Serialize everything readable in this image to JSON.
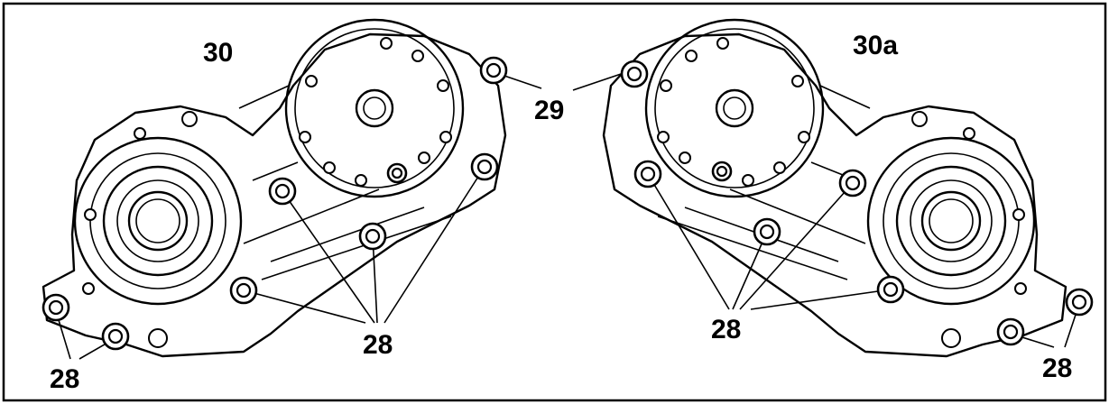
{
  "figure": {
    "labels": {
      "left_assembly": "30",
      "right_assembly": "30a",
      "upper_bolt": "29",
      "bolt_group_left_center": "28",
      "bolt_group_left_corner": "28",
      "bolt_group_right_center": "28",
      "bolt_group_right_corner": "28"
    },
    "icons": {
      "left_unit": "camshaft-housing-drawing",
      "right_unit": "camshaft-housing-drawing-mirrored",
      "fasteners": "bolt-head-icon"
    }
  }
}
